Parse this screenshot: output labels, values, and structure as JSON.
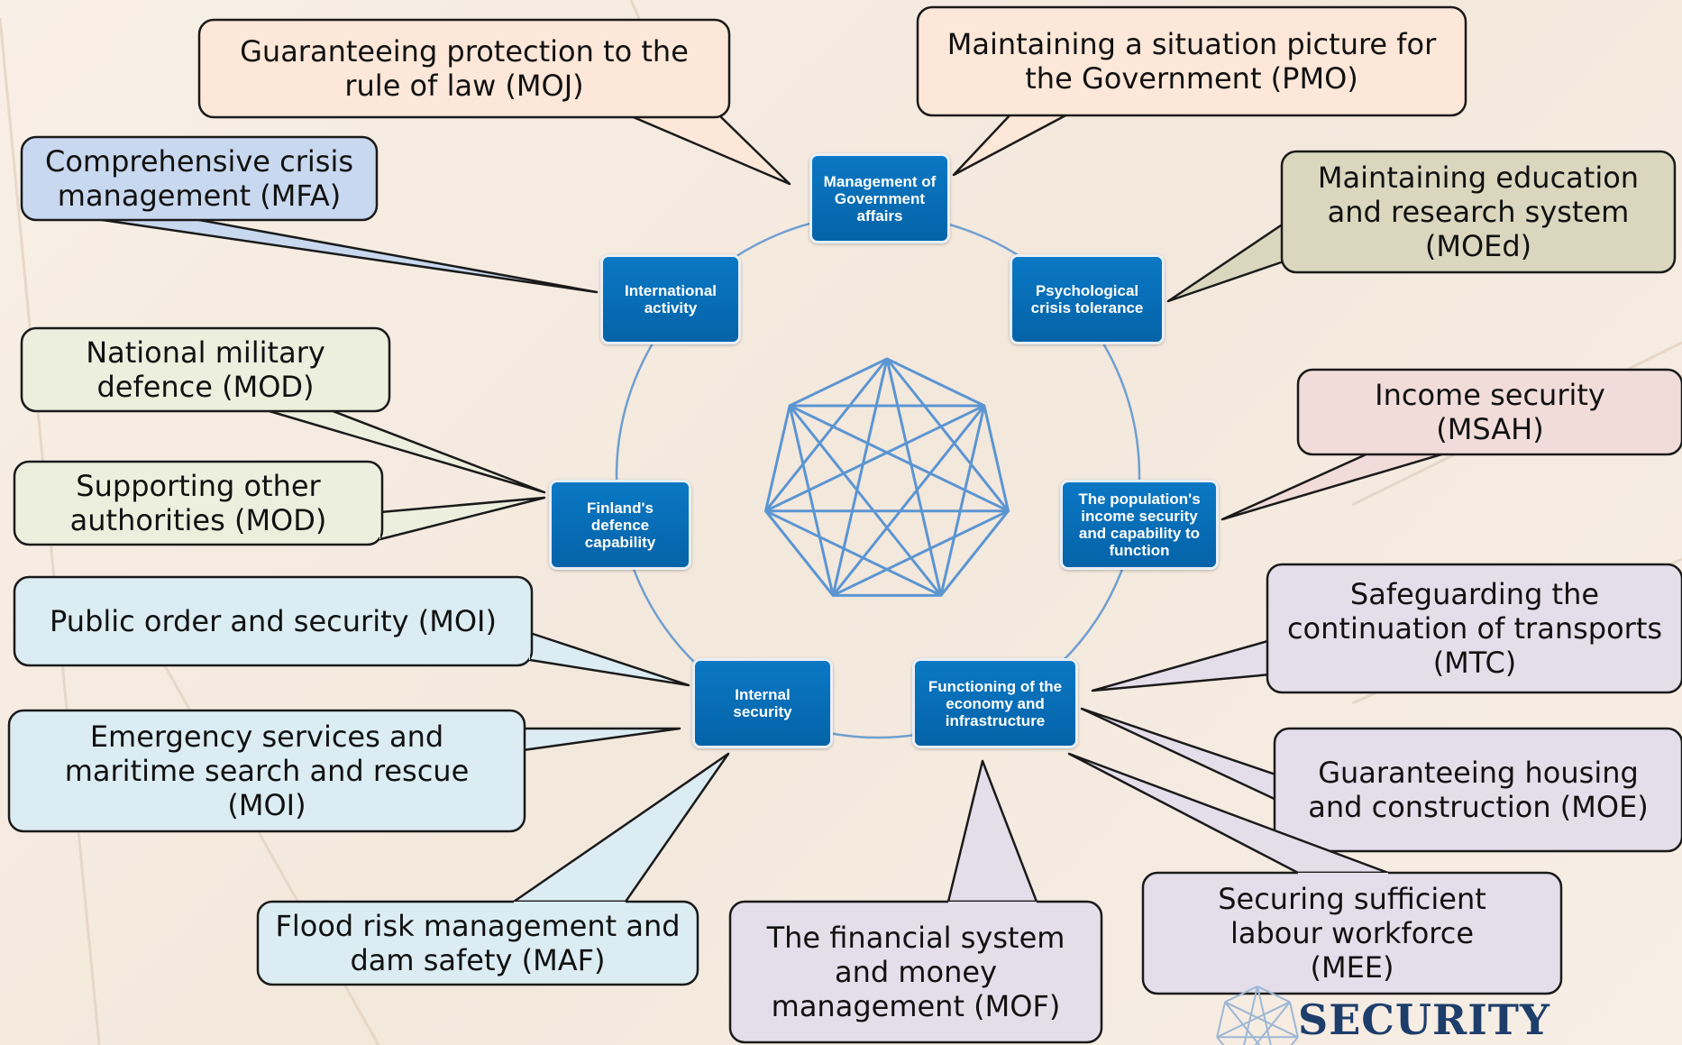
{
  "centre_nodes": [
    {
      "id": "gov",
      "text": "Management of\nGovernment\naffairs"
    },
    {
      "id": "intl",
      "text": "International\nactivity"
    },
    {
      "id": "psych",
      "text": "Psychological\ncrisis tolerance"
    },
    {
      "id": "defence",
      "text": "Finland's\ndefence\ncapability"
    },
    {
      "id": "income",
      "text": "The population's\nincome security\nand capability to\nfunction"
    },
    {
      "id": "internal",
      "text": "Internal\nsecurity"
    },
    {
      "id": "economy",
      "text": "Functioning of the\neconomy and\ninfrastructure"
    }
  ],
  "callouts": [
    {
      "id": "moj",
      "text": "Guaranteeing protection to the\nrule of law (MOJ)",
      "fill": "#fde7d8"
    },
    {
      "id": "pmo",
      "text": "Maintaining a situation picture for\nthe Government (PMO)",
      "fill": "#fde7d8"
    },
    {
      "id": "mfa",
      "text": "Comprehensive crisis\nmanagement (MFA)",
      "fill": "#c8d8ef"
    },
    {
      "id": "moed",
      "text": "Maintaining education\nand research system\n(MOEd)",
      "fill": "#dbd7bf"
    },
    {
      "id": "mod1",
      "text": "National military\ndefence (MOD)",
      "fill": "#ecefdd"
    },
    {
      "id": "msah",
      "text": "Income security\n(MSAH)",
      "fill": "#f1dcda"
    },
    {
      "id": "mod2",
      "text": "Supporting other\nauthorities (MOD)",
      "fill": "#ecefdd"
    },
    {
      "id": "moi1",
      "text": "Public order and security (MOI)",
      "fill": "#dbecf3"
    },
    {
      "id": "mtc",
      "text": "Safeguarding the\ncontinuation of transports\n(MTC)",
      "fill": "#e4deea"
    },
    {
      "id": "moi2",
      "text": "Emergency services and\nmaritime search and rescue\n(MOI)",
      "fill": "#dbecf3"
    },
    {
      "id": "moe",
      "text": "Guaranteeing housing\nand construction (MOE)",
      "fill": "#e4deea"
    },
    {
      "id": "mee",
      "text": "Securing  sufficient\nlabour workforce\n(MEE)",
      "fill": "#e4deea"
    },
    {
      "id": "maf",
      "text": "Flood risk management and\ndam safety (MAF)",
      "fill": "#dbecf3"
    },
    {
      "id": "mof",
      "text": "The financial system\nand money\nmanagement (MOF)",
      "fill": "#e4deea"
    }
  ],
  "logo": {
    "text": "SECURITY",
    "icon": "heptagram-logo-icon",
    "color": "#1d3e6b"
  },
  "colors": {
    "node": "#0a6bb5",
    "ring": "#6f9fd0",
    "heptagram": "#5b95d2",
    "outline": "#1a1a1a"
  }
}
